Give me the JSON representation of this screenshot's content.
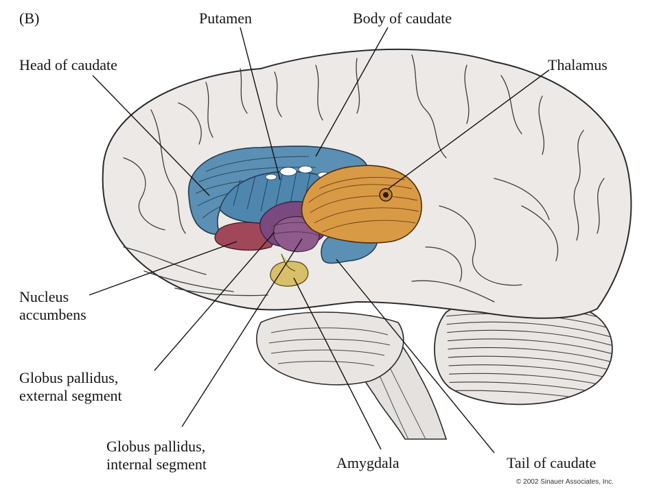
{
  "figure": {
    "panel_label": "(B)",
    "copyright": "© 2002 Sinauer Associates, Inc."
  },
  "labels": {
    "putamen": "Putamen",
    "body_of_caudate": "Body of caudate",
    "head_of_caudate": "Head of caudate",
    "thalamus": "Thalamus",
    "nucleus_accumbens": [
      "Nucleus",
      "accumbens"
    ],
    "gp_external": [
      "Globus pallidus,",
      "external segment"
    ],
    "gp_internal": [
      "Globus pallidus,",
      "internal segment"
    ],
    "amygdala": "Amygdala",
    "tail_of_caudate": "Tail of caudate"
  },
  "colors": {
    "brain_fill": "#ece9e6",
    "outline": "#2a2a2a",
    "caudate_blue": "#5b8fb3",
    "putamen_blue": "#4f86ad",
    "thalamus_orange": "#d99a45",
    "gp_external_purple": "#7a4a7e",
    "gp_internal_purple": "#8f5a8c",
    "accumbens_red": "#a0485a",
    "amygdala_yellow": "#d8c06a"
  }
}
